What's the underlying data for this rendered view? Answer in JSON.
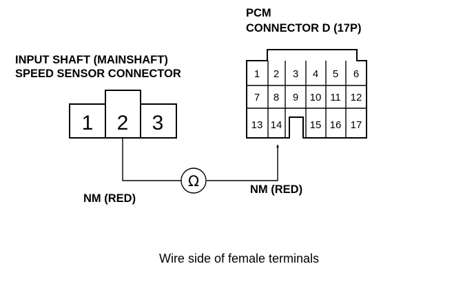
{
  "pcm_connector": {
    "title_line1": "PCM",
    "title_line2": "CONNECTOR D (17P)",
    "pins": [
      "1",
      "2",
      "3",
      "4",
      "5",
      "6",
      "7",
      "8",
      "9",
      "10",
      "11",
      "12",
      "13",
      "14",
      "15",
      "16",
      "17"
    ]
  },
  "sensor_connector": {
    "title_line1": "INPUT SHAFT (MAINSHAFT)",
    "title_line2": "SPEED SENSOR CONNECTOR",
    "pins": [
      "1",
      "2",
      "3"
    ]
  },
  "meter": {
    "symbol": "Ω"
  },
  "wires": {
    "left_label": "NM (RED)",
    "right_label": "NM (RED)"
  },
  "caption": "Wire side of female terminals"
}
